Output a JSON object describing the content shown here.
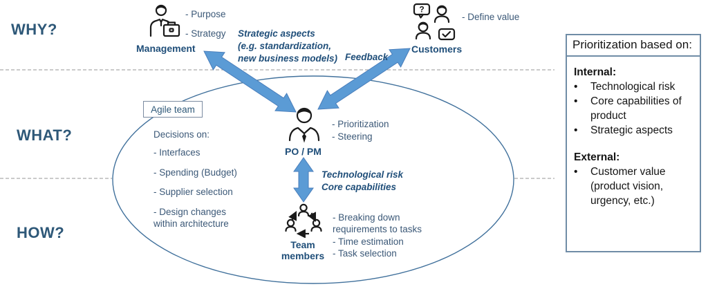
{
  "levels": {
    "why": "WHY?",
    "what": "WHAT?",
    "how": "HOW?"
  },
  "management": {
    "name": "Management",
    "items": [
      "- Purpose",
      "- Strategy"
    ]
  },
  "customers": {
    "name": "Customers",
    "items": [
      "- Define value"
    ]
  },
  "po_pm": {
    "name": "PO / PM",
    "items": [
      "- Prioritization",
      "- Steering"
    ]
  },
  "team": {
    "name": "Team\nmembers",
    "items": [
      "- Breaking down\nrequirements to tasks",
      "- Time estimation",
      "- Task selection"
    ]
  },
  "connections": {
    "management_arrow_label": "Strategic aspects\n(e.g. standardization,\nnew business models)",
    "customers_arrow_label": "Feedback",
    "team_arrow_label": "Technological risk\nCore capabilities"
  },
  "agile_team": {
    "box_label": "Agile team",
    "heading": "Decisions on:",
    "items": [
      "- Interfaces",
      "- Spending (Budget)",
      "- Supplier selection",
      "- Design changes\nwithin architecture"
    ]
  },
  "prioritization": {
    "title": "Prioritization based on:",
    "bullet": "•",
    "internal_heading": "Internal:",
    "internal_items": [
      "Technological risk",
      "Core capabilities of\nproduct",
      "Strategic aspects"
    ],
    "external_heading": "External:",
    "external_items": [
      "Customer value\n(product vision,\nurgency, etc.)"
    ]
  },
  "icons": {
    "management": "businessperson-with-briefcase",
    "customers": "two-people-with-speech-bubbles",
    "po_pm": "person-bust-suit",
    "team": "three-people-cycle-arrows",
    "question_glyph": "?"
  },
  "colors": {
    "arrow": "#5B9BD5",
    "arrow-border": "#4A7EBB",
    "navy": "#1F4E79",
    "heading": "#2E5878",
    "text": "#3B5877",
    "ellipse": "#41719C",
    "dashed": "#ABABAB",
    "box-border": "#7A8AA0",
    "panel-border": "#6F8CA6"
  }
}
